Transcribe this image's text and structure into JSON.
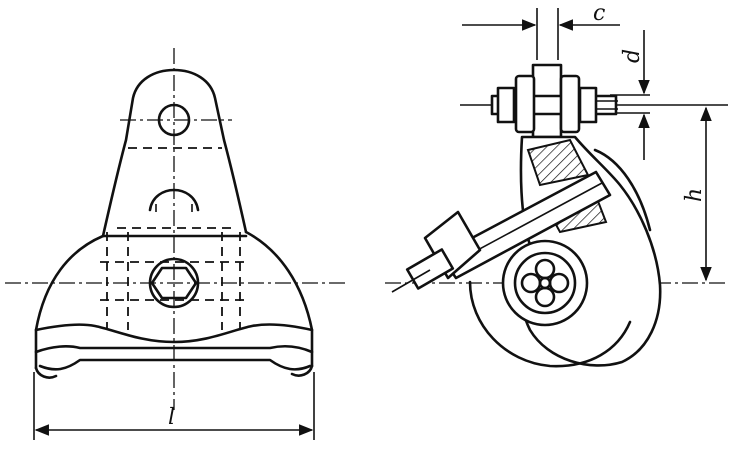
{
  "dimension_labels": {
    "length": "l",
    "height": "h",
    "clearance": "c",
    "bolt_diameter": "d"
  },
  "colors": {
    "line": "#111111",
    "background": "#ffffff"
  }
}
